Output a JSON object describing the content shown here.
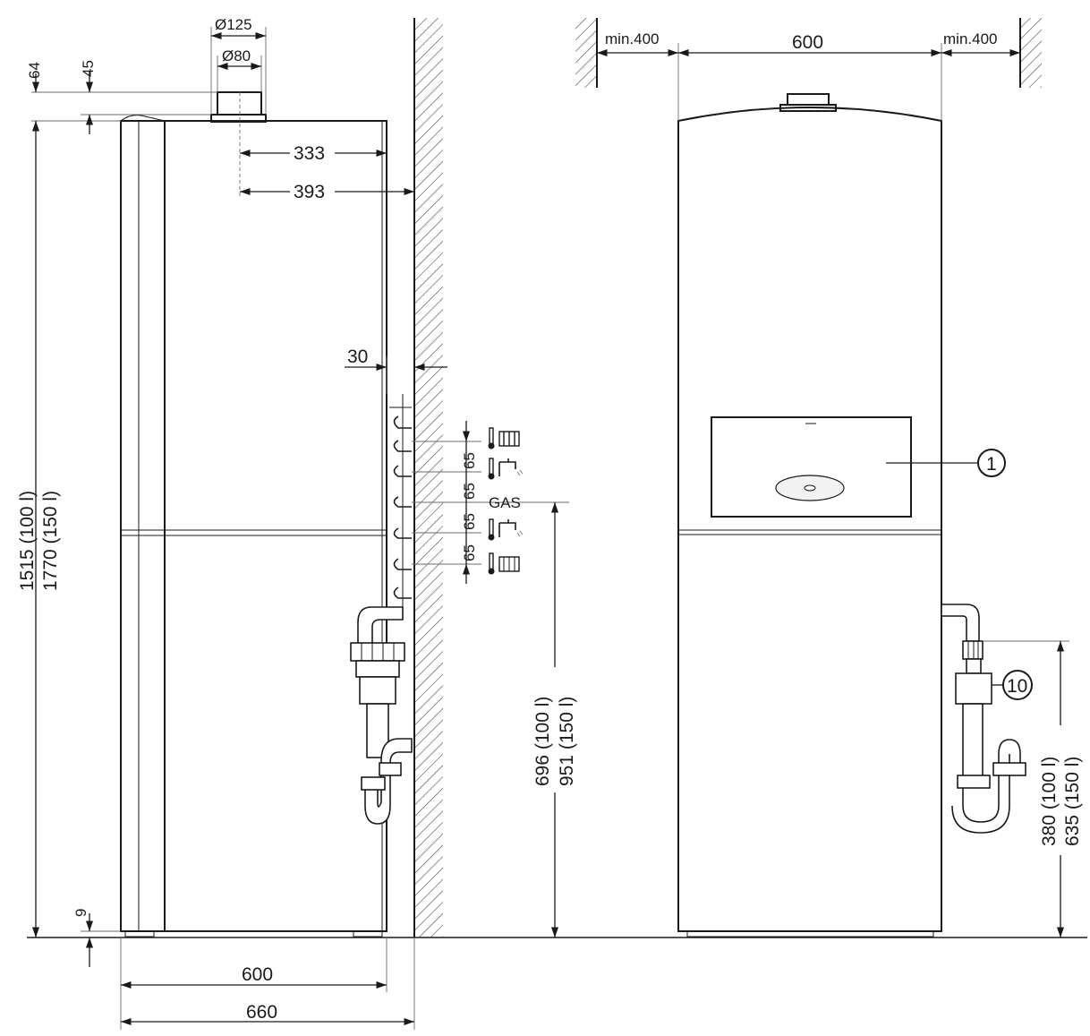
{
  "side_view": {
    "flue_outer_diameter": "Ø125",
    "flue_inner_diameter": "Ø80",
    "flue_height": "64",
    "top_offset": "45",
    "flue_to_back": "333",
    "flue_to_wall": "393",
    "wall_gap": "30",
    "height_100": "1515 (100 l)",
    "height_150": "1770 (150 l)",
    "connection_spacing": "65",
    "gas_label": "GAS",
    "gas_height_100": "696 (100 l)",
    "gas_height_150": "951 (150 l)",
    "feet_height": "9",
    "depth": "600",
    "depth_with_wall": "660"
  },
  "front_view": {
    "clearance_left": "min.400",
    "width": "600",
    "clearance_right": "min.400",
    "callout_control": "1",
    "callout_drain": "10",
    "drain_height_100": "380 (100 l)",
    "drain_height_150": "635 (150 l)"
  },
  "icons": {
    "heating_flow": "thermometer-radiator-icon",
    "hot_water": "thermometer-tap-icon",
    "cold_water": "thermometer-tap-icon",
    "heating_return": "thermometer-radiator-icon"
  }
}
